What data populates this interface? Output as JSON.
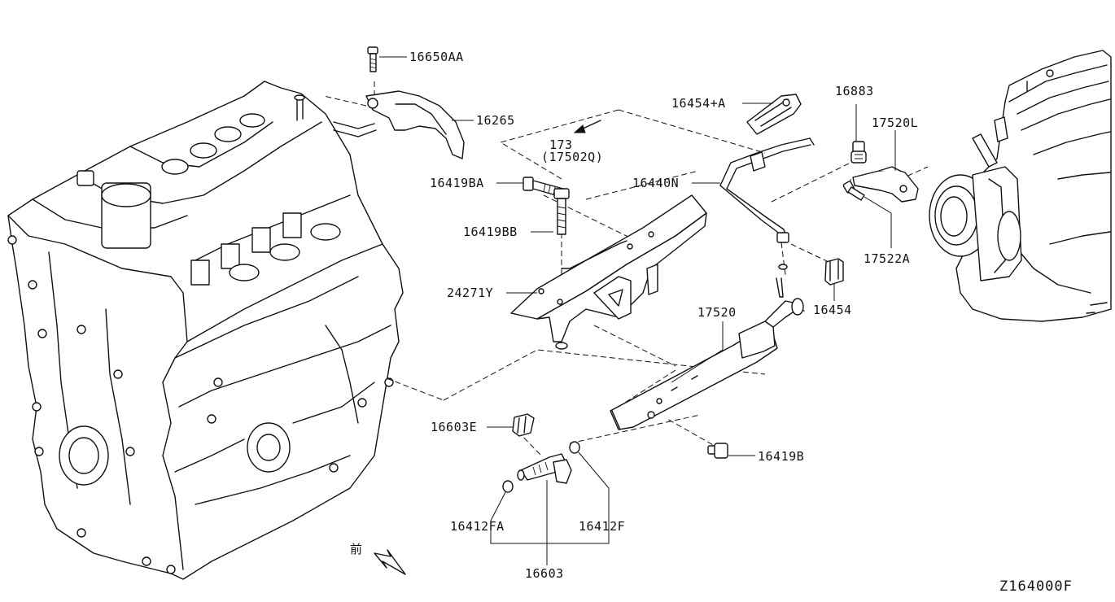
{
  "diagram": {
    "front_mark": "前",
    "drawing_code": "Z164000F",
    "labels": {
      "p16650AA": "16650AA",
      "p16265": "16265",
      "p173": "173",
      "p17502Q": "(17502Q)",
      "p16419BA": "16419BA",
      "p16419BB": "16419BB",
      "p24271Y": "24271Y",
      "p16454A": "16454+A",
      "p16440N": "16440N",
      "p16883": "16883",
      "p17520L": "17520L",
      "p17522A": "17522A",
      "p16454": "16454",
      "p17520": "17520",
      "p16603E": "16603E",
      "p16419B": "16419B",
      "p16412FA": "16412FA",
      "p16412F": "16412F",
      "p16603": "16603"
    }
  }
}
